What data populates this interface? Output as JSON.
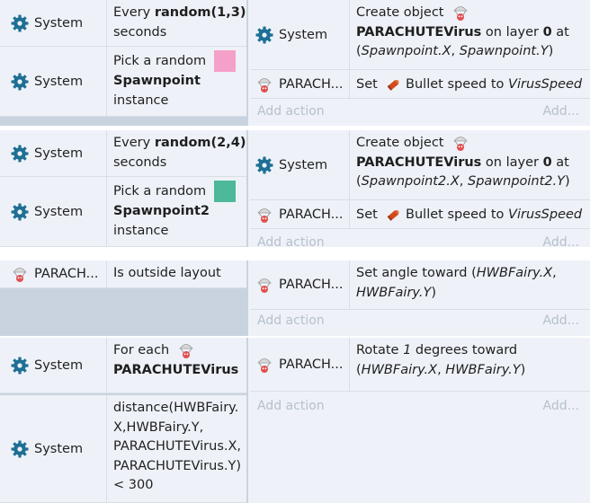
{
  "blocks": [
    {
      "conditions": [
        {
          "object": "System",
          "parts": [
            {
              "t": "Every "
            },
            {
              "t": "random(1,3)",
              "b": true
            },
            {
              "br": true
            },
            {
              "t": "seconds"
            }
          ]
        },
        {
          "object": "System",
          "parts": [
            {
              "t": "Pick a random "
            },
            {
              "swatch": "#f5a0c8"
            },
            {
              "br": true
            },
            {
              "t": "Spawnpoint",
              "b": true
            },
            {
              "br": true
            },
            {
              "t": "instance"
            }
          ]
        }
      ],
      "actions": [
        {
          "object": "System",
          "parts": [
            {
              "t": "Create object "
            },
            {
              "icon": "parachute-virus-icon"
            },
            {
              "br": true
            },
            {
              "t": "PARACHUTEVirus",
              "b": true
            },
            {
              "t": " on layer "
            },
            {
              "t": "0",
              "b": true
            },
            {
              "t": " at"
            },
            {
              "br": true
            },
            {
              "t": "("
            },
            {
              "t": "Spawnpoint.X",
              "i": true
            },
            {
              "t": ", "
            },
            {
              "t": "Spawnpoint.Y",
              "i": true
            },
            {
              "t": ")"
            }
          ]
        },
        {
          "object": "PARACH...",
          "parts": [
            {
              "t": "Set "
            },
            {
              "icon": "bullet-icon"
            },
            {
              "t": " Bullet speed to "
            },
            {
              "t": "VirusSpeed",
              "i": true
            }
          ]
        }
      ],
      "add_action": "Add action",
      "add_short": "Add..."
    },
    {
      "conditions": [
        {
          "object": "System",
          "parts": [
            {
              "t": "Every "
            },
            {
              "t": "random(2,4)",
              "b": true
            },
            {
              "br": true
            },
            {
              "t": "seconds"
            }
          ]
        },
        {
          "object": "System",
          "parts": [
            {
              "t": "Pick a random "
            },
            {
              "swatch": "#4db89a"
            },
            {
              "br": true
            },
            {
              "t": "Spawnpoint2",
              "b": true
            },
            {
              "br": true
            },
            {
              "t": "instance"
            }
          ]
        }
      ],
      "actions": [
        {
          "object": "System",
          "parts": [
            {
              "t": "Create object "
            },
            {
              "icon": "parachute-virus-icon"
            },
            {
              "br": true
            },
            {
              "t": "PARACHUTEVirus",
              "b": true
            },
            {
              "t": " on layer "
            },
            {
              "t": "0",
              "b": true
            },
            {
              "t": " at"
            },
            {
              "br": true
            },
            {
              "t": "("
            },
            {
              "t": "Spawnpoint2.X",
              "i": true
            },
            {
              "t": ", "
            },
            {
              "t": "Spawnpoint2.Y",
              "i": true
            },
            {
              "t": ")"
            }
          ]
        },
        {
          "object": "PARACH...",
          "parts": [
            {
              "t": "Set "
            },
            {
              "icon": "bullet-icon"
            },
            {
              "t": " Bullet speed to "
            },
            {
              "t": "VirusSpeed",
              "i": true
            }
          ]
        }
      ],
      "add_action": "Add action",
      "add_short": "Add..."
    },
    {
      "conditions": [
        {
          "object": "PARACH...",
          "parts": [
            {
              "t": "Is outside layout"
            }
          ]
        }
      ],
      "actions": [
        {
          "object": "PARACH...",
          "parts": [
            {
              "t": "Set angle toward ("
            },
            {
              "t": "HWBFairy.X",
              "i": true
            },
            {
              "t": ","
            },
            {
              "br": true
            },
            {
              "t": "HWBFairy.Y",
              "i": true
            },
            {
              "t": ")"
            }
          ]
        }
      ],
      "add_action": "Add action",
      "add_short": "Add..."
    },
    {
      "conditions": [
        {
          "object": "System",
          "parts": [
            {
              "t": "For each "
            },
            {
              "icon": "parachute-virus-icon"
            },
            {
              "br": true
            },
            {
              "t": "PARACHUTEVirus",
              "b": true
            }
          ]
        },
        {
          "object": "System",
          "parts": [
            {
              "t": "distance(HWBFairy."
            },
            {
              "br": true
            },
            {
              "t": "X,HWBFairy.Y,"
            },
            {
              "br": true
            },
            {
              "t": "PARACHUTEVirus.X,"
            },
            {
              "br": true
            },
            {
              "t": "PARACHUTEVirus.Y)"
            },
            {
              "br": true
            },
            {
              "t": "< 300"
            }
          ]
        }
      ],
      "actions": [
        {
          "object": "PARACH...",
          "parts": [
            {
              "t": "Rotate "
            },
            {
              "t": "1",
              "i": true
            },
            {
              "t": " degrees toward"
            },
            {
              "br": true
            },
            {
              "t": "("
            },
            {
              "t": "HWBFairy.X",
              "i": true
            },
            {
              "t": ", "
            },
            {
              "t": "HWBFairy.Y",
              "i": true
            },
            {
              "t": ")"
            }
          ]
        }
      ],
      "add_action": "Add action",
      "add_short": "Add..."
    }
  ]
}
